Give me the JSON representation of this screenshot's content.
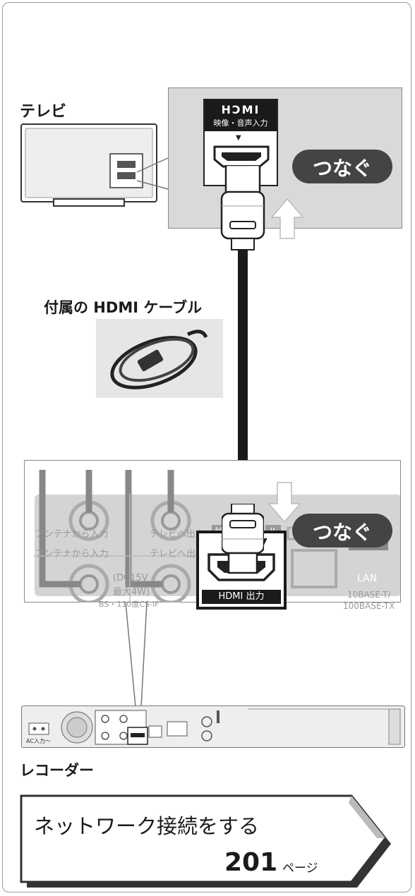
{
  "tv": {
    "label": "テレビ",
    "hdmi_logo": "HƆMI",
    "hdmi_input_label": "映像・音声入力",
    "connect_badge": "つなぐ"
  },
  "cable": {
    "label": "付属の HDMI ケーブル"
  },
  "recorder": {
    "label": "レコーダー",
    "connect_badge": "つなぐ",
    "port_antenna_in_1": "アンテナから入力",
    "port_tv_out_1": "テレビへ出力",
    "port_antenna_in_2": "アンテナから入力",
    "port_tv_out_2": "テレビへ出力",
    "dc_label_1": "(DC15V",
    "dc_label_2": "最大4W)",
    "bs_label": "BS・110度CS-IF",
    "terrestrial_label": "地",
    "terrestrial_label_tail": "ル",
    "hdmi_out_label": "HDMI 出力",
    "lan_label": "LAN",
    "lan_spec_1": "10BASE-T/",
    "lan_spec_2": "100BASE-TX",
    "ac_label": "AC入力〜"
  },
  "nav": {
    "text": "ネットワーク接続をする",
    "page_number": "201",
    "page_suffix": "ページ"
  },
  "colors": {
    "panel_gray": "#d9d9d9",
    "badge": "#444444",
    "cable": "#1a1a1a",
    "arrow": "#ffffff"
  }
}
